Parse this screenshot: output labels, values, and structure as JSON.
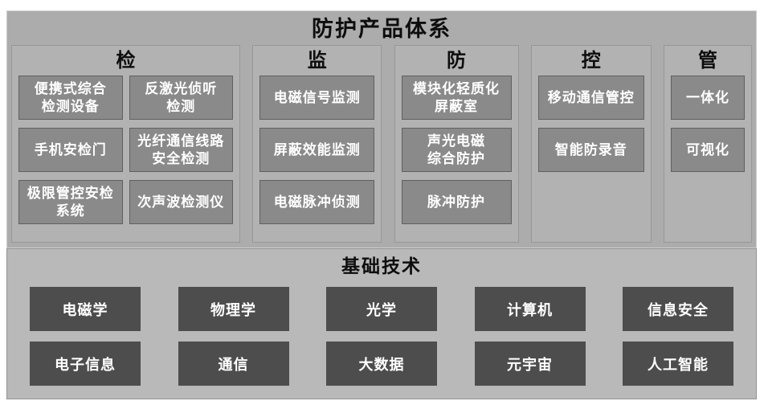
{
  "top_panel": {
    "title": "防护产品体系",
    "columns": [
      {
        "header": "检",
        "items": [
          "便携式综合\n检测设备",
          "反激光侦听\n检测",
          "手机安检门",
          "光纤通信线路\n安全检测",
          "极限管控安检\n系统",
          "次声波检测仪"
        ]
      },
      {
        "header": "监",
        "items": [
          "电磁信号监测",
          "屏蔽效能监测",
          "电磁脉冲侦测"
        ]
      },
      {
        "header": "防",
        "items": [
          "模块化轻质化\n屏蔽室",
          "声光电磁\n综合防护",
          "脉冲防护"
        ]
      },
      {
        "header": "控",
        "items": [
          "移动通信管控",
          "智能防录音"
        ]
      },
      {
        "header": "管",
        "items": [
          "一体化",
          "可视化"
        ]
      }
    ]
  },
  "bottom_panel": {
    "title": "基础技术",
    "rows": [
      [
        "电磁学",
        "物理学",
        "光学",
        "计算机",
        "信息安全"
      ],
      [
        "电子信息",
        "通信",
        "大数据",
        "元宇宙",
        "人工智能"
      ]
    ]
  },
  "colors": {
    "top_panel_bg": "#acacac",
    "column_bg": "#b2b2b2",
    "item_box_bg": "#8a8a8a",
    "bottom_panel_bg": "#b9b9b9",
    "bottom_box_bg": "#4d4d4d",
    "title_color": "#0d0d0d",
    "box_text_color": "#ffffff"
  }
}
